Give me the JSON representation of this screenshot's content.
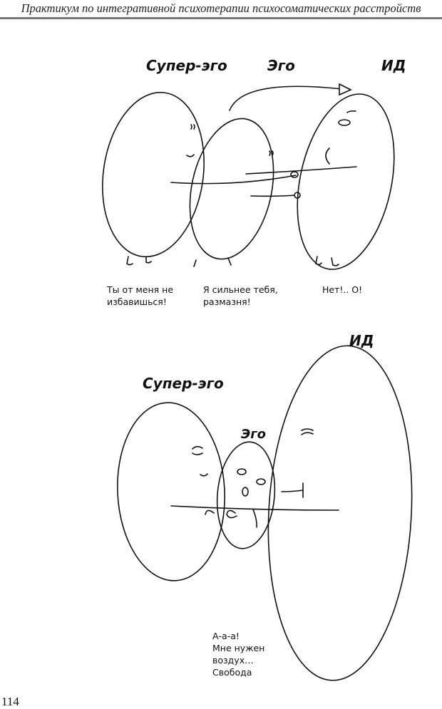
{
  "header": {
    "title": "Практикум по интегративной психотерапии психосоматических расстройств"
  },
  "figure1": {
    "labels": {
      "superego": "Супер-эго",
      "ego": "Эго",
      "id": "ИД"
    },
    "captions": {
      "superego": "Ты от меня не\nизбавишься!",
      "ego": "Я сильнее тебя,\nразмазня!",
      "id": "Нет!.. О!"
    }
  },
  "figure2": {
    "labels": {
      "superego": "Супер-эго",
      "ego": "Эго",
      "id": "ИД"
    },
    "caption": "А-а-а!\nМне нужен\nвоздух…\nСвобода"
  },
  "page_number": "114"
}
